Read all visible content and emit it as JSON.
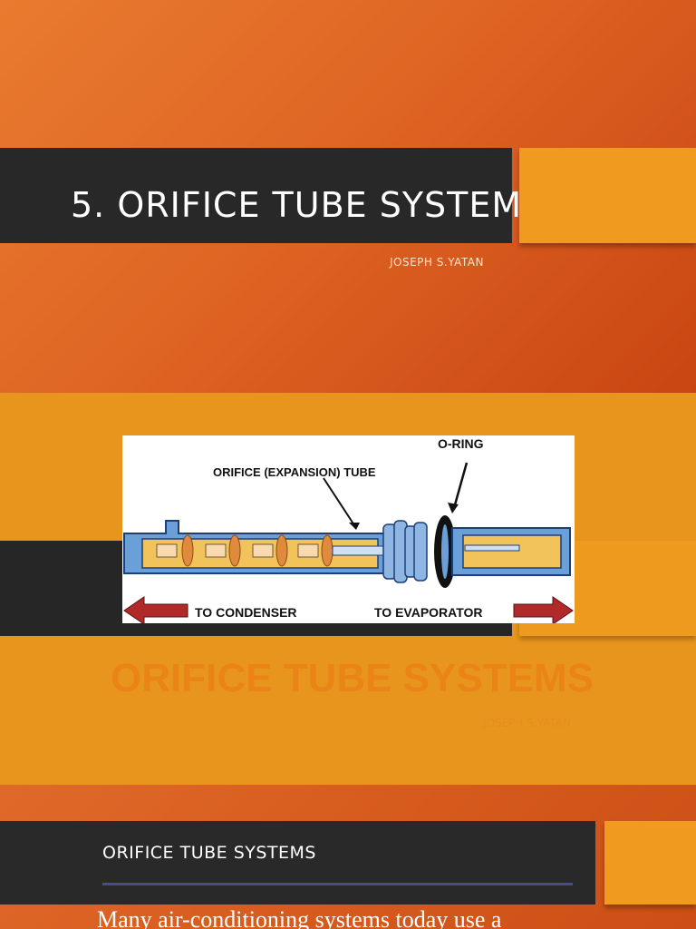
{
  "slide1": {
    "title": "5. ORIFICE TUBE SYSTEM",
    "subtitle": "JOSEPH S.YATAN"
  },
  "slide2": {
    "ghost_title": "ORIFICE TUBE SYSTEMS",
    "ghost_subtitle": "JOSEPH S.YATAN",
    "figure": {
      "label_oring": "O-RING",
      "label_tube": "ORIFICE (EXPANSION) TUBE",
      "label_condenser": "TO CONDENSER",
      "label_evaporator": "TO EVAPORATOR"
    }
  },
  "slide3": {
    "heading": "ORIFICE TUBE SYSTEMS",
    "body": "Many air-conditioning systems today use a"
  },
  "colors": {
    "orange_bg": "#e06a26",
    "dark_bar": "#282828",
    "accent_orange": "#f09a1f",
    "rule_purple": "#4a4a8e"
  }
}
